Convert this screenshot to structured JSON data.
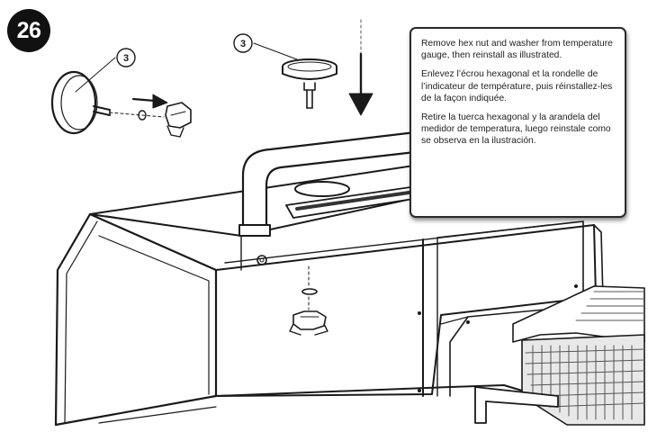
{
  "step": {
    "number": "26"
  },
  "callouts": [
    {
      "part_number": "3"
    },
    {
      "part_number": "3"
    }
  ],
  "instructions": {
    "en": "Remove hex nut and washer from temperature gauge, then reinstall as illustrated.",
    "fr": "Enlevez l’écrou hexagonal et la rondelle de l’indicateur de température, puis réinstallez-les de la façon indiquée.",
    "es": "Retire la tuerca hexagonal y la arandela del medidor de temperatura, luego reinstale como se observa en la ilustración."
  },
  "colors": {
    "line": "#1a1a1a",
    "callout_border": "#2b2b2b",
    "badge": "#111111"
  }
}
